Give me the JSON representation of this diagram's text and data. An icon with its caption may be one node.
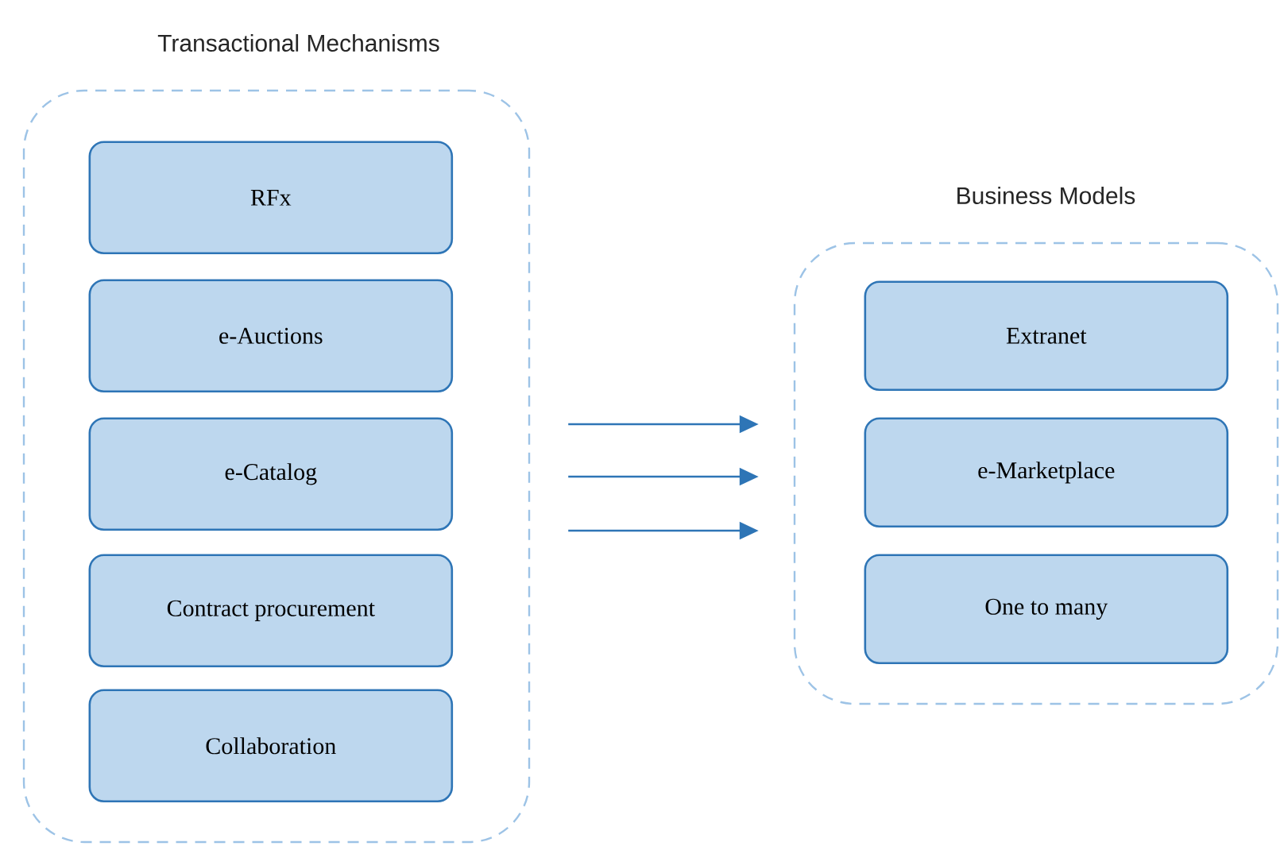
{
  "diagram": {
    "nodes": [
      {
        "text": [
          "Transactional Mechanisms"
        ]
      },
      {
        "text": [
          "RFx"
        ],
        "in": 0
      },
      {
        "text": [
          "e-Auctions"
        ],
        "in": 0
      },
      {
        "text": [
          "e-Catalog"
        ],
        "in": 0
      },
      {
        "text": [
          "Contract procurement"
        ],
        "in": 0
      },
      {
        "text": [
          "Collaboration"
        ],
        "in": 0
      },
      {
        "text": [
          "Business Models"
        ]
      },
      {
        "text": [
          "Extranet"
        ],
        "in": 6
      },
      {
        "text": [
          "e-Marketplace"
        ],
        "in": 6
      },
      {
        "text": [
          "One to many"
        ],
        "in": 6
      }
    ],
    "edges": [
      {
        "from": 0,
        "to": 6,
        "arrow": "to"
      },
      {
        "from": 0,
        "to": 6,
        "arrow": "to"
      },
      {
        "from": 0,
        "to": 6,
        "arrow": "to"
      }
    ]
  }
}
